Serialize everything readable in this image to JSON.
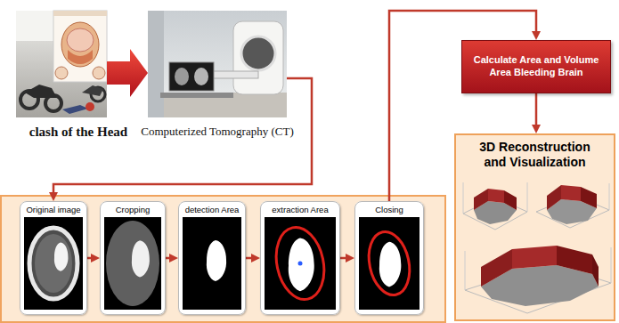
{
  "diagram": {
    "nodes": [
      {
        "text": [
          "clash of the Head"
        ]
      },
      {
        "text": [
          "Computerized Tomography (CT)"
        ]
      },
      {
        "text": [
          "Original image"
        ]
      },
      {
        "text": [
          "Cropping"
        ]
      },
      {
        "text": [
          "detection Area"
        ]
      },
      {
        "text": [
          "extraction Area"
        ]
      },
      {
        "text": [
          "Closing"
        ]
      },
      {
        "text": [
          "Calculate Area and Volume Area Bleeding Brain"
        ]
      },
      {
        "text": [
          "3D Reconstruction and Visualization"
        ]
      }
    ],
    "edges": [
      {
        "from": 0,
        "to": 1,
        "arrow": "to"
      },
      {
        "from": 1,
        "to": 2,
        "arrow": "to"
      },
      {
        "from": 2,
        "to": 3,
        "arrow": "to"
      },
      {
        "from": 3,
        "to": 4,
        "arrow": "to"
      },
      {
        "from": 4,
        "to": 5,
        "arrow": "to"
      },
      {
        "from": 5,
        "to": 6,
        "arrow": "to"
      },
      {
        "from": 6,
        "to": 7,
        "arrow": "to"
      },
      {
        "from": 7,
        "to": 8,
        "arrow": "to"
      }
    ]
  }
}
